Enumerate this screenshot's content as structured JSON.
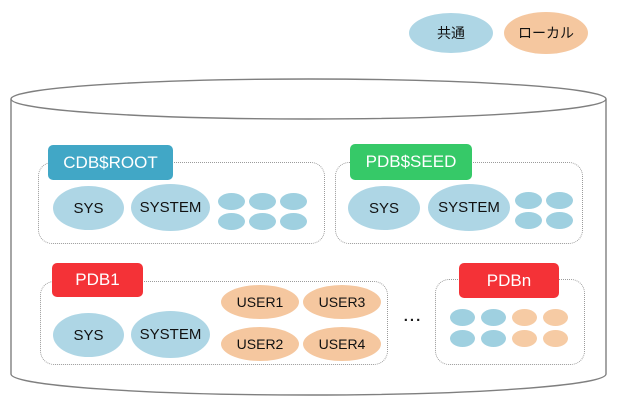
{
  "legend": {
    "common_label": "共通",
    "local_label": "ローカル"
  },
  "cdb_root": {
    "title": "CDB$ROOT",
    "users": [
      "SYS",
      "SYSTEM"
    ],
    "dots": [
      "blue",
      "blue",
      "blue",
      "blue",
      "blue",
      "blue"
    ]
  },
  "pdb_seed": {
    "title": "PDB$SEED",
    "users": [
      "SYS",
      "SYSTEM"
    ],
    "dots": [
      "blue",
      "blue",
      "blue",
      "blue"
    ]
  },
  "pdb1": {
    "title": "PDB1",
    "common_users": [
      "SYS",
      "SYSTEM"
    ],
    "local_users": [
      "USER1",
      "USER2",
      "USER3",
      "USER4"
    ]
  },
  "pdbn": {
    "title": "PDBn",
    "dots": [
      "blue",
      "blue",
      "orange",
      "orange",
      "blue",
      "blue",
      "orange",
      "orange"
    ]
  },
  "ellipsis": "...",
  "colors": {
    "common_fill": "#aed6e5",
    "local_fill": "#f5c79f",
    "cdb_root_header": "#41a7c6",
    "pdb_seed_header": "#36c968",
    "pdb_header": "#f43237",
    "small_common_dot": "#9fd0e0",
    "small_local_dot": "#f6cba4"
  }
}
